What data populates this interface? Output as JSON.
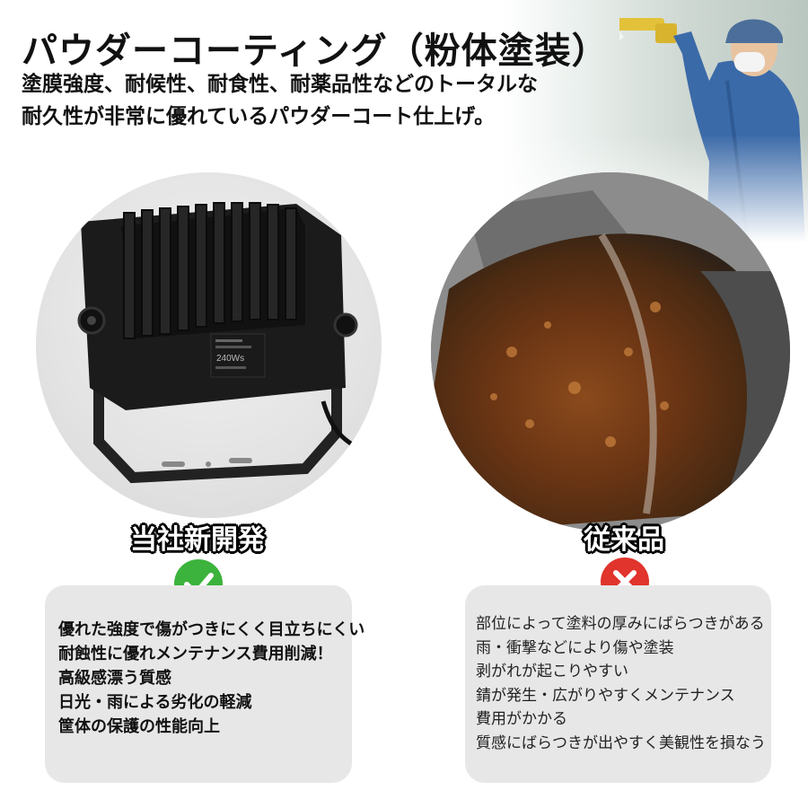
{
  "header": {
    "title": "パウダーコーティング（粉体塗装）",
    "subtitle_lines": [
      "塗膜強度、耐候性、耐食性、耐薬品性などのトータルな",
      "耐久性が非常に優れているパウダーコート仕上げ。"
    ]
  },
  "product": {
    "label": "当社新開発",
    "spec_text": "240Ws",
    "mark_icon": "check-circle-icon",
    "mark_color": "#3cb33c",
    "features": [
      "優れた強度で傷がつきにくく目立ちにくい",
      "耐蝕性に優れメンテナンス費用削減！",
      "高級感漂う質感",
      "日光・雨による劣化の軽減",
      "筐体の保護の性能向上"
    ]
  },
  "conventional": {
    "label": "従来品",
    "mark_icon": "x-circle-icon",
    "mark_color": "#e0342c",
    "issues": [
      "部位によって塗料の厚みにばらつきがある",
      "雨・衝撃などにより傷や塗装",
      "剥がれが起こりやすい",
      "錆が発生・広がりやすくメンテナンス",
      "費用がかかる",
      "質感にばらつきが出やすく美観性を損なう"
    ]
  }
}
